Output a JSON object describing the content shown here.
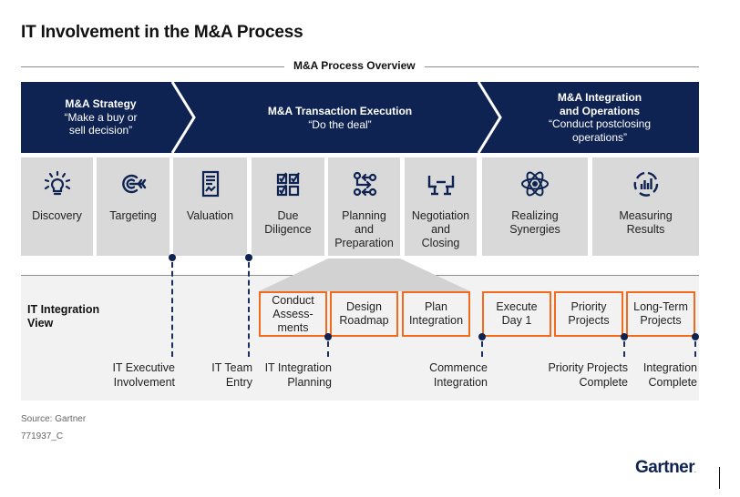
{
  "title": "IT Involvement in the M&A Process",
  "overview_label": "M&A Process Overview",
  "colors": {
    "navy": "#0e2352",
    "stage_gray": "#d9d9d9",
    "panel_gray": "#f2f2f2",
    "accent_orange": "#f26b1d"
  },
  "phases": [
    {
      "title": "M&A Strategy",
      "subtitle_lines": [
        "“Make a buy or",
        "sell decision”"
      ]
    },
    {
      "title": "M&A Transaction Execution",
      "subtitle_lines": [
        "“Do the deal”"
      ]
    },
    {
      "title_lines": [
        "M&A Integration",
        "and Operations"
      ],
      "subtitle_lines": [
        "“Conduct postclosing",
        "operations”"
      ]
    }
  ],
  "stages": [
    {
      "icon": "lightbulb-icon",
      "label_lines": [
        "Discovery"
      ]
    },
    {
      "icon": "target-icon",
      "label_lines": [
        "Targeting"
      ]
    },
    {
      "icon": "document-chart-icon",
      "label_lines": [
        "Valuation"
      ]
    },
    {
      "icon": "checklist-icon",
      "label_lines": [
        "Due",
        "Diligence"
      ]
    },
    {
      "icon": "workflow-icon",
      "label_lines": [
        "Planning",
        "and",
        "Preparation"
      ]
    },
    {
      "icon": "negotiation-table-icon",
      "label_lines": [
        "Negotiation",
        "and",
        "Closing"
      ]
    },
    {
      "icon": "atom-icon",
      "label_lines": [
        "Realizing",
        "Synergies"
      ]
    },
    {
      "icon": "bar-chart-circle-icon",
      "label_lines": [
        "Measuring",
        "Results"
      ]
    }
  ],
  "it_view": {
    "title_lines": [
      "IT Integration",
      "View"
    ],
    "activities": [
      {
        "label_lines": [
          "Conduct",
          "Assess-",
          "ments"
        ]
      },
      {
        "label_lines": [
          "Design",
          "Roadmap"
        ]
      },
      {
        "label_lines": [
          "Plan",
          "Integration"
        ]
      },
      {
        "label_lines": [
          "Execute",
          "Day 1"
        ]
      },
      {
        "label_lines": [
          "Priority",
          "Projects"
        ]
      },
      {
        "label_lines": [
          "Long-Term",
          "Projects"
        ]
      }
    ],
    "milestones": [
      {
        "label_lines": [
          "IT Executive",
          "Involvement"
        ]
      },
      {
        "label_lines": [
          "IT Team",
          "Entry"
        ]
      },
      {
        "label_lines": [
          "IT Integration",
          "Planning"
        ]
      },
      {
        "label_lines": [
          "Commence",
          "Integration"
        ]
      },
      {
        "label_lines": [
          "Priority Projects",
          "Complete"
        ]
      },
      {
        "label_lines": [
          "Integration",
          "Complete"
        ]
      }
    ]
  },
  "footer": {
    "source": "Source: Gartner",
    "doc_id": "771937_C",
    "logo": "Gartner"
  }
}
